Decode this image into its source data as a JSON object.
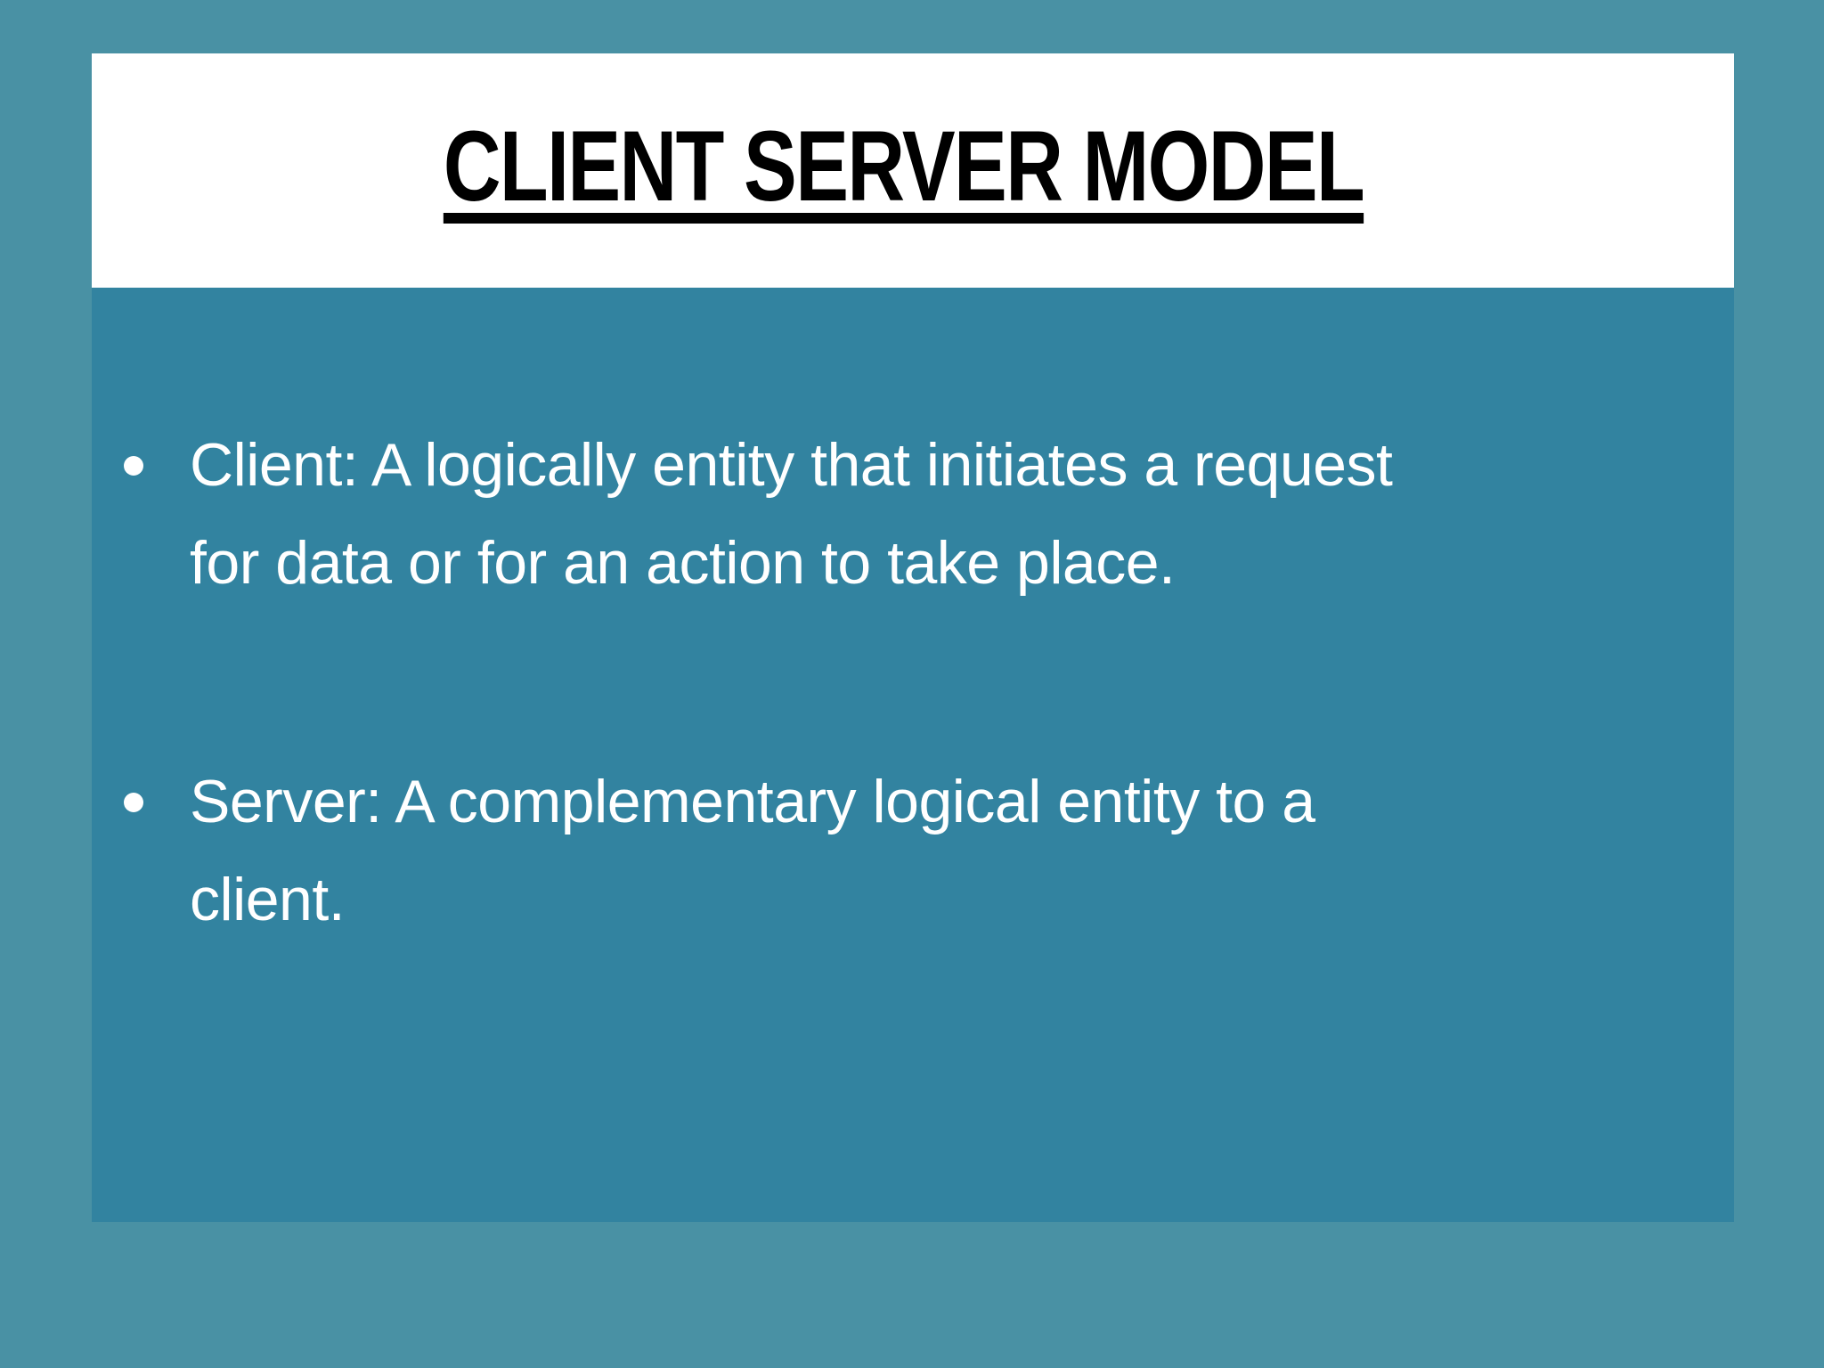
{
  "slide": {
    "colors": {
      "background": "#4991A4",
      "panel": "#3283A0",
      "header_bg": "#FFFFFF",
      "title_color": "#000000",
      "body_text": "#FFFFFF"
    },
    "title": "CLIENT SERVER MODEL",
    "bullets": [
      {
        "text": "Client: A logically entity that initiates a request for data or for an action to take place.",
        "lines": [
          "Client: A logically entity that initiates a request",
          "for data or for an action to take place."
        ]
      },
      {
        "text": "Server: A complementary logical entity to a client.",
        "lines": [
          "Server: A complementary logical entity to a",
          "client."
        ]
      }
    ]
  }
}
